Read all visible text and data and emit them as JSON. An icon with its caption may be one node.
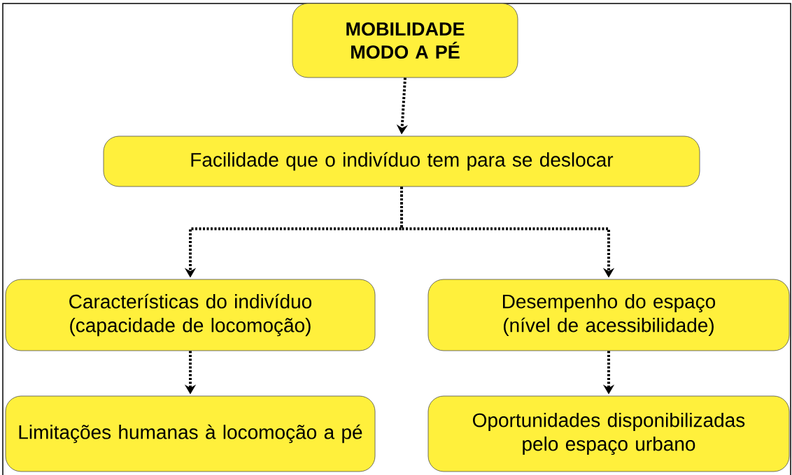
{
  "diagram": {
    "nodes": [
      {
        "text": [
          "MOBILIDADE MODO A PÉ"
        ]
      },
      {
        "text": [
          "Facilidade que o indivíduo tem para se deslocar"
        ]
      },
      {
        "text": [
          "Características do indivíduo (capacidade de locomoção)"
        ]
      },
      {
        "text": [
          "Desempenho do espaço (nível de acessibilidade)"
        ]
      },
      {
        "text": [
          "Limitações humanas à locomoção a pé"
        ]
      },
      {
        "text": [
          "Oportunidades disponibilizadas pelo espaço urbano"
        ]
      }
    ],
    "edges": [
      {
        "from": 0,
        "to": 1,
        "arrow": "to"
      },
      {
        "from": 1,
        "to": 2,
        "arrow": "to"
      },
      {
        "from": 1,
        "to": 3,
        "arrow": "to"
      },
      {
        "from": 2,
        "to": 4,
        "arrow": "to"
      },
      {
        "from": 3,
        "to": 5,
        "arrow": "to"
      }
    ]
  }
}
